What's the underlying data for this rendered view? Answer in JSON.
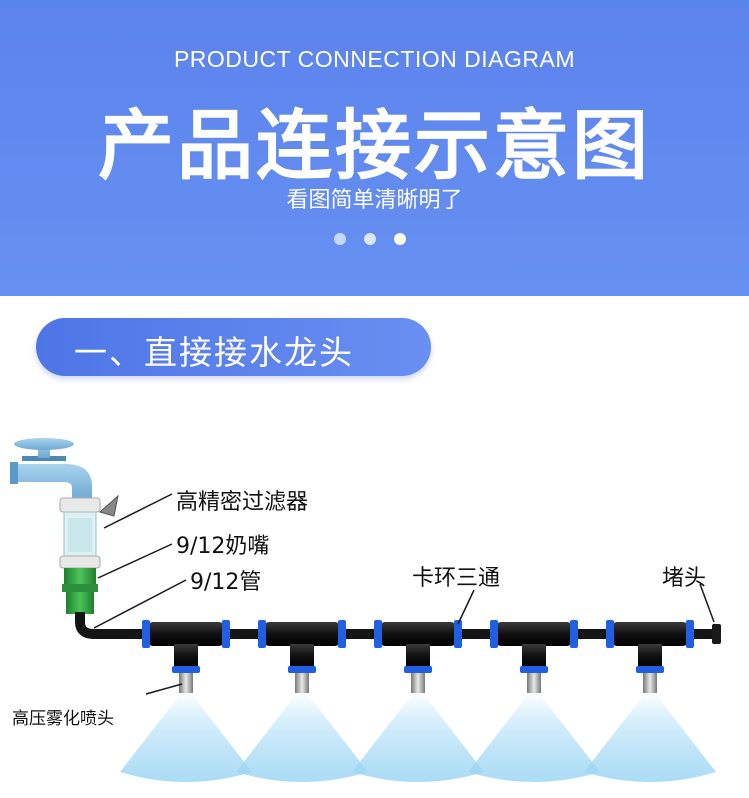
{
  "header": {
    "en_title": "PRODUCT CONNECTION DIAGRAM",
    "title": "产品连接示意图",
    "subtitle": "看图简单清晰明了",
    "carousel_dots": 3,
    "colors": {
      "background": "#6089ef",
      "text": "#ffffff"
    }
  },
  "section": {
    "label": "一、直接接水龙头",
    "color": "#5b80ea"
  },
  "diagram": {
    "labels": {
      "filter": "高精密过滤器",
      "nipple": "9/12奶嘴",
      "pipe": "9/12管",
      "tee": "卡环三通",
      "plug": "堵头",
      "nozzle": "高压雾化喷头"
    },
    "tee_count": 5,
    "colors": {
      "faucet": "#7fb8dd",
      "pipe": "#1a1a1a",
      "connector_ring": "#1f5fe0",
      "nipple": "#2a9a3a",
      "mist": "#bfe3f7"
    }
  }
}
